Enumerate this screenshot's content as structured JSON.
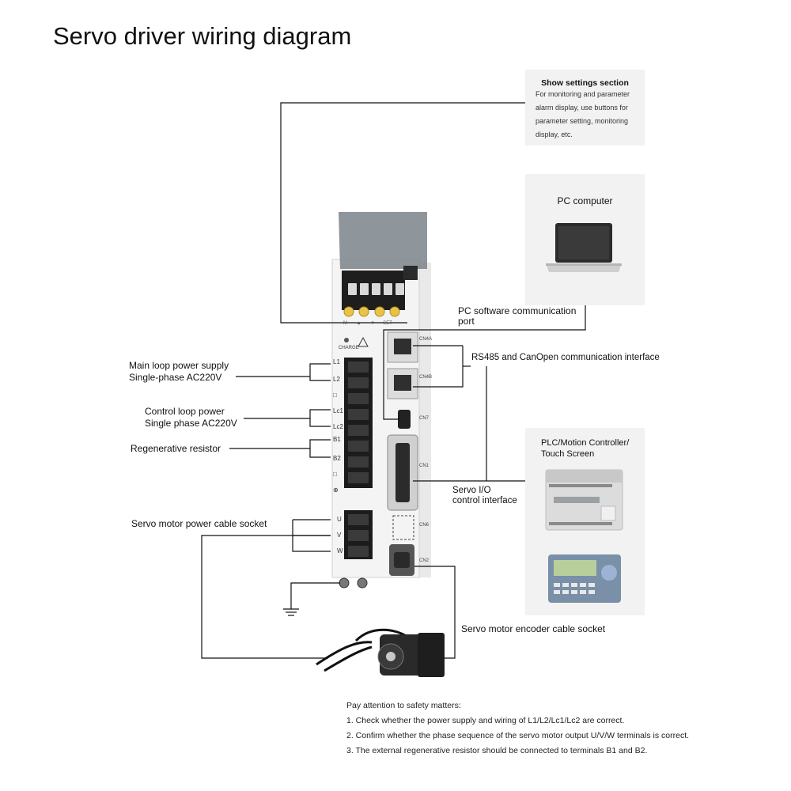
{
  "title": "Servo driver wiring diagram",
  "settings_card": {
    "title": "Show settings section",
    "body": [
      "For monitoring and parameter",
      "alarm display, use buttons for",
      "parameter setting, monitoring",
      "display, etc."
    ]
  },
  "pc_card": {
    "title": "PC computer"
  },
  "plc_card": {
    "title_lines": [
      "PLC/Motion Controller/",
      "Touch Screen"
    ]
  },
  "labels": {
    "main_power": [
      "Main loop power supply",
      "Single-phase AC220V"
    ],
    "control_power": [
      "Control loop power",
      "Single phase AC220V"
    ],
    "regen_resistor": "Regenerative resistor",
    "motor_power_socket": "Servo motor power cable socket",
    "pc_port": [
      "PC software communication",
      "port"
    ],
    "rs485": "RS485 and CanOpen communication interface",
    "servo_io": [
      "Servo I/O",
      "control interface"
    ],
    "encoder_socket": "Servo motor encoder cable socket"
  },
  "driver": {
    "display": "88888",
    "charge": "CHARGE",
    "terminals": [
      "L1",
      "L2",
      "□",
      "Lc1",
      "Lc2",
      "B1",
      "B2",
      "□",
      "⊕"
    ],
    "motor_terminals": [
      "U",
      "V",
      "W"
    ],
    "ports": [
      "CN4A",
      "CN4B",
      "CN7",
      "CN1",
      "CN6",
      "CN2"
    ],
    "buttons": [
      "M",
      "▲",
      "▼",
      "SET"
    ]
  },
  "safety": {
    "heading": "Pay attention to safety matters:",
    "items": [
      "1. Check whether the power supply and wiring of L1/L2/Lc1/Lc2 are correct.",
      "2. Confirm whether the phase sequence of the servo motor output U/V/W terminals is correct.",
      "3. The external regenerative resistor should be connected to terminals B1 and B2."
    ]
  }
}
